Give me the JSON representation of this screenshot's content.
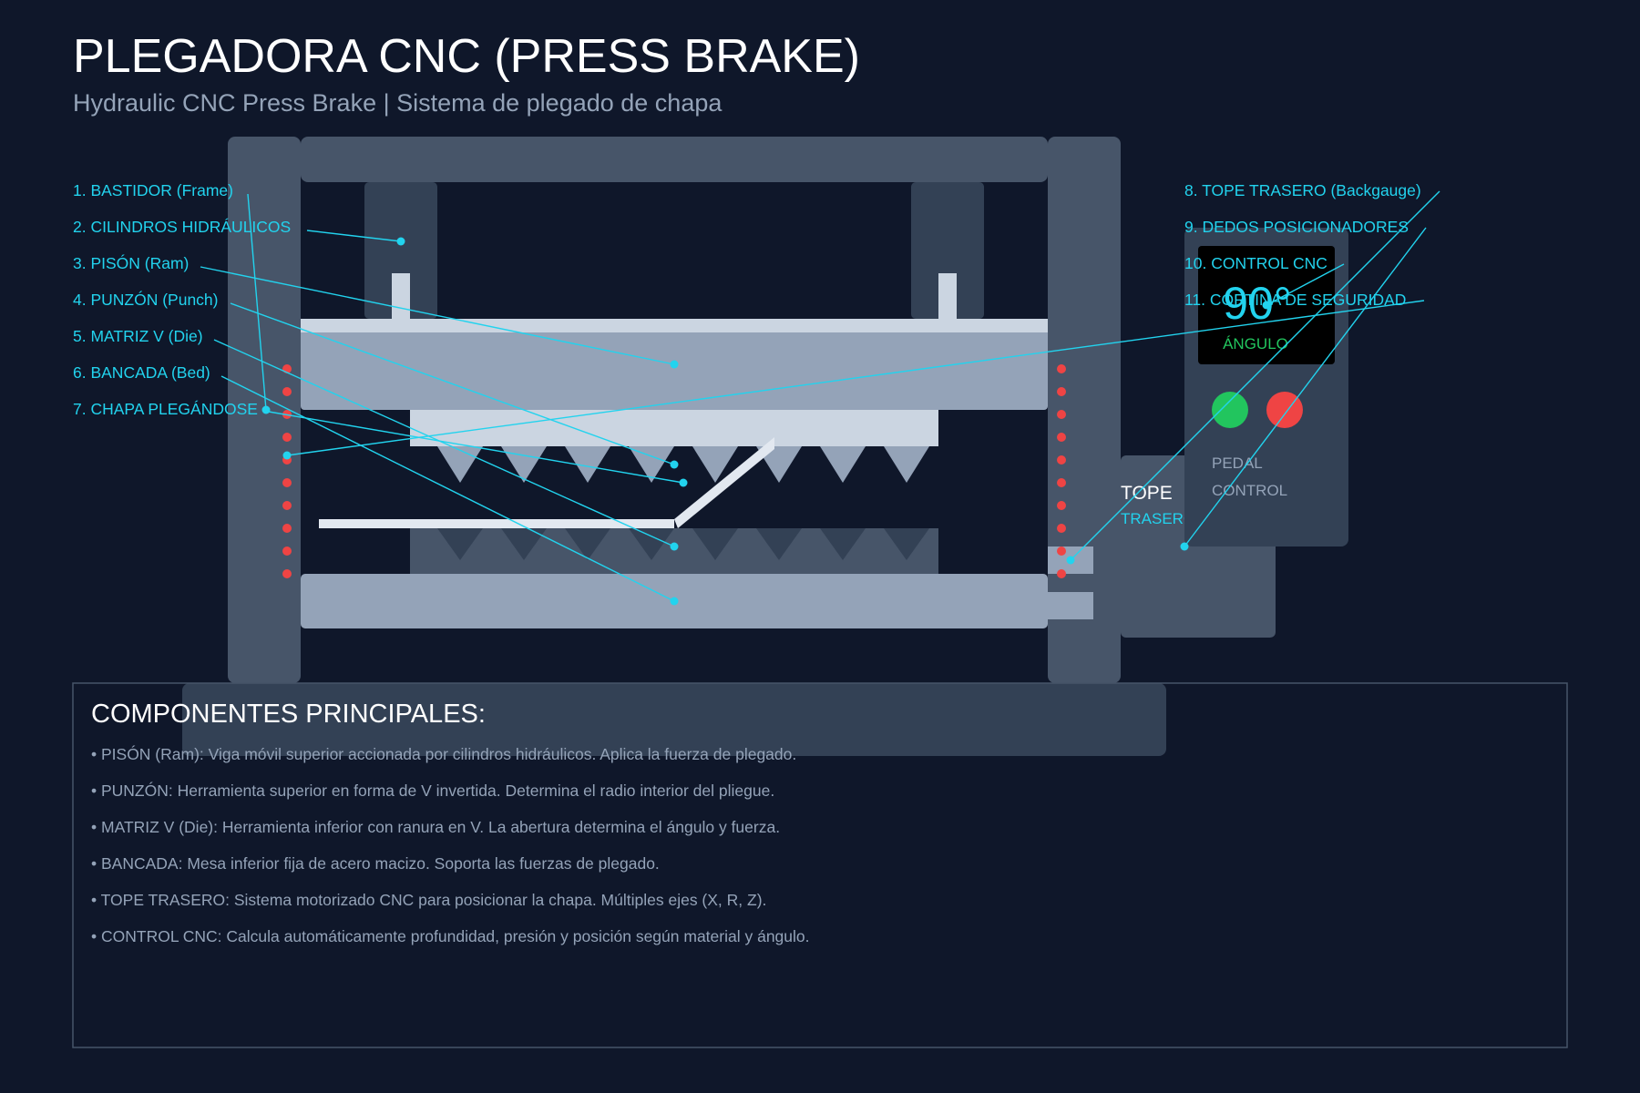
{
  "header": {
    "title": "PLEGADORA CNC (PRESS BRAKE)",
    "subtitle": "Hydraulic CNC Press Brake | Sistema de plegado de chapa"
  },
  "machine": {
    "backgauge_label_line1": "TOPE",
    "backgauge_label_line2": "TRASERO",
    "control_display": {
      "angle_value": "90°",
      "angle_caption": "ÁNGULO"
    },
    "control_buttons": [
      "green",
      "red"
    ],
    "pedal_line1": "PEDAL",
    "pedal_line2": "CONTROL"
  },
  "callouts_left": [
    "1. BASTIDOR (Frame)",
    "2. CILINDROS HIDRÁULICOS",
    "3. PISÓN (Ram)",
    "4. PUNZÓN (Punch)",
    "5. MATRIZ V (Die)",
    "6. BANCADA (Bed)",
    "7. CHAPA PLEGÁNDOSE"
  ],
  "callouts_right": [
    "8. TOPE TRASERO (Backgauge)",
    "9. DEDOS POSICIONADORES",
    "10. CONTROL CNC",
    "11. CORTINA DE SEGURIDAD"
  ],
  "components_panel": {
    "title": "COMPONENTES PRINCIPALES:",
    "items": [
      "• PISÓN (Ram): Viga móvil superior accionada por cilindros hidráulicos. Aplica la fuerza de plegado.",
      "• PUNZÓN: Herramienta superior en forma de V invertida. Determina el radio interior del pliegue.",
      "• MATRIZ V (Die): Herramienta inferior con ranura en V. La abertura determina el ángulo y fuerza.",
      "• BANCADA: Mesa inferior fija de acero macizo. Soporta las fuerzas de plegado.",
      "• TOPE TRASERO: Sistema motorizado CNC para posicionar la chapa. Múltiples ejes (X, R, Z).",
      "• CONTROL CNC: Calcula automáticamente profundidad, presión y posición según material y ángulo."
    ]
  },
  "colors": {
    "background": "#0f172a",
    "frame": "#475569",
    "dark_steel": "#334155",
    "ram": "#94a3b8",
    "tooling": "#cbd5e1",
    "accent": "#22d3ee",
    "safety_light": "#ef4444",
    "button_green": "#22c55e",
    "button_red": "#ef4444"
  }
}
